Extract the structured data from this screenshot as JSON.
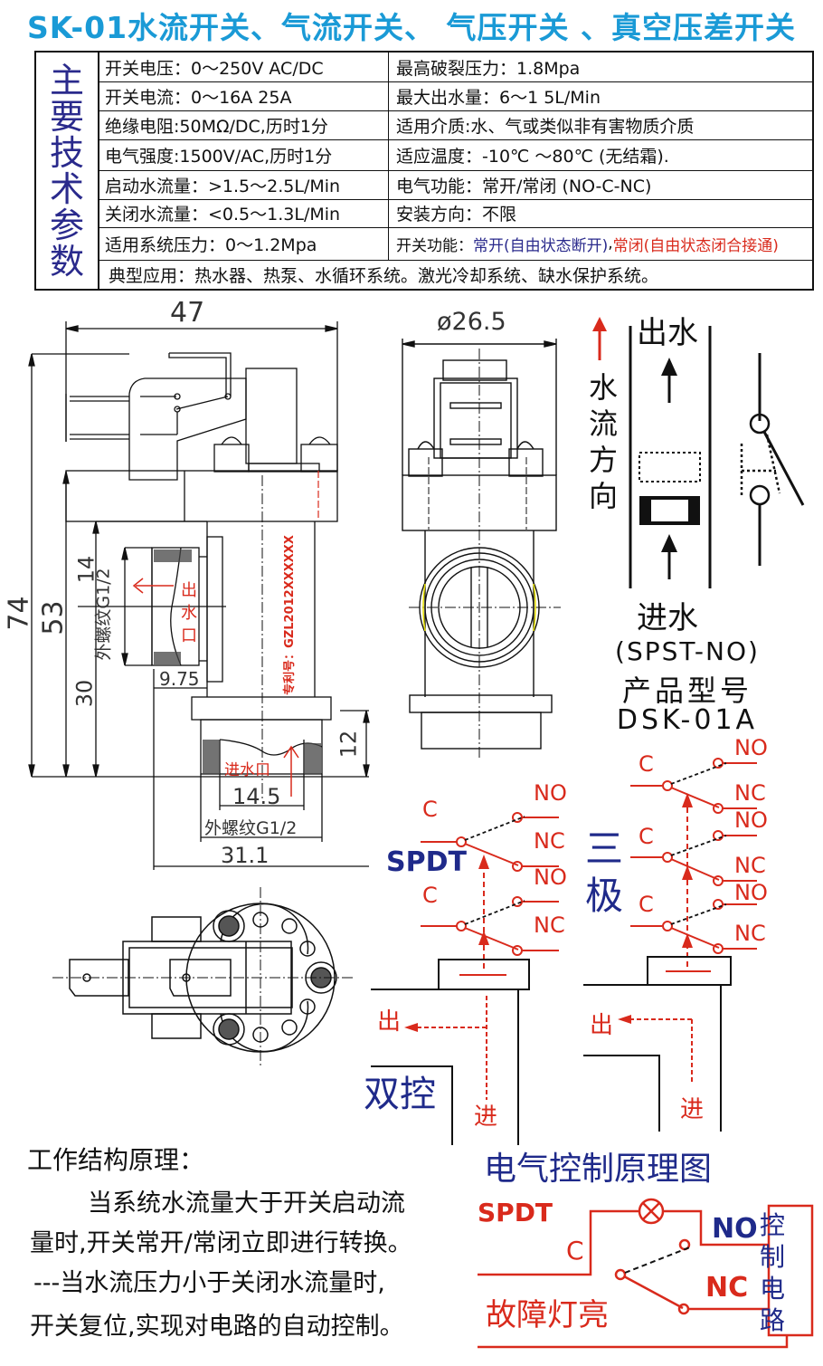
{
  "title": "SK-01水流开关、气流开关、 气压开关 、真空压差开关",
  "spec_table": {
    "side_label": [
      "主",
      "要",
      "技",
      "术",
      "参",
      "数"
    ],
    "rows": [
      {
        "left": "开关电压：0～250V AC/DC",
        "right": "最高破裂压力：1.8Mpa"
      },
      {
        "left": "开关电流：0～16A  25A",
        "right": "最大出水量：6～1 5L/Min"
      },
      {
        "left": "绝缘电阻:50MΩ/DC,历时1分",
        "right": "适用介质:水、气或类似非有害物质介质"
      },
      {
        "left": "电气强度:1500V/AC,历时1分",
        "right": "适应温度：-10℃ ～80℃ (无结霜)."
      },
      {
        "left": "启动水流量：>1.5～2.5L/Min",
        "right": "电气功能：常开/常闭 (NO-C-NC)"
      },
      {
        "left": "关闭水流量：<0.5～1.3L/Min",
        "right": "安装方向：不限"
      },
      {
        "left": "适用系统压力：0～1.2Mpa",
        "right_prefix": "开关功能：",
        "right_blue": "常开(自由状态断开)",
        "right_sep": ",",
        "right_red": "常闭(自由状态闭合接通)"
      }
    ],
    "application": "典型应用：热水器、热泵、水循环系统。激光冷却系统、缺水保护系统。"
  },
  "side_view": {
    "dim_width": "47",
    "dim_total_height": "74",
    "dim_height_53": "53",
    "dim_30": "30",
    "dim_14": "14",
    "outlet_thread": "外螺纹G1/2",
    "outlet_label": [
      "出",
      "水",
      "口"
    ],
    "dim_975": "9.75",
    "patent": "专利号：GZL2012XXXXXX",
    "inlet_label": "进水口",
    "dim_12": "12",
    "dim_145": "14.5",
    "inlet_thread": "外螺纹G1/2",
    "dim_311": "31.1"
  },
  "front_view": {
    "dim_diameter": "ø26.5"
  },
  "flow_diagram": {
    "flow_direction": [
      "水",
      "流",
      "方",
      "向"
    ],
    "outlet": "出水",
    "inlet": "进水",
    "type": "(SPST-NO)",
    "model_label": "产品型号",
    "model": "DSK-01A"
  },
  "spdt_diagram": {
    "label": "SPDT",
    "sub_label": "双控",
    "c": "C",
    "no": "NO",
    "nc": "NC",
    "out": "出",
    "in": "进"
  },
  "three_pole_diagram": {
    "label": [
      "三",
      "极"
    ],
    "c": "C",
    "no": "NO",
    "nc": "NC",
    "out": "出",
    "in": "进"
  },
  "principle": {
    "heading": "工作结构原理：",
    "lines": [
      "当系统水流量大于开关启动流",
      "量时,开关常开/常闭立即进行转换。",
      "---当水流压力小于关闭水流量时,",
      "开关复位,实现对电路的自动控制。"
    ]
  },
  "control_diagram": {
    "title": "电气控制原理图",
    "spdt": "SPDT",
    "c": "C",
    "no": "NO",
    "nc": "NC",
    "fault_lamp": "故障灯亮",
    "control_circuit": [
      "控",
      "制",
      "电",
      "路"
    ]
  },
  "colors": {
    "title": "#1a9ad6",
    "navy": "#1f2a8a",
    "red": "#d92a1c"
  }
}
